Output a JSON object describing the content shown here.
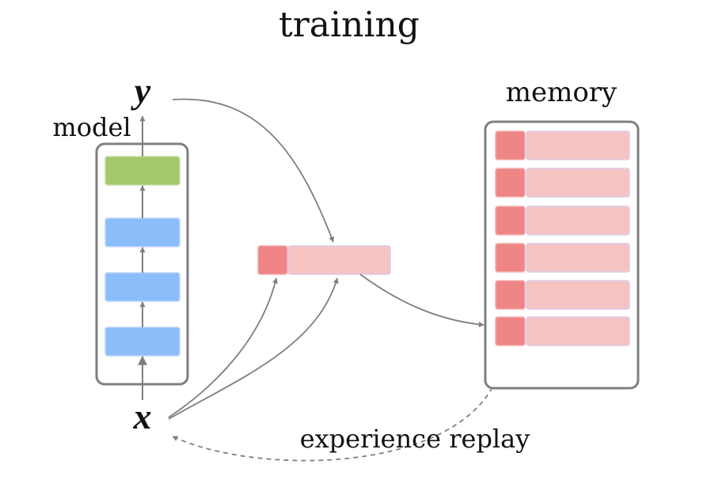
{
  "title": "training",
  "labels": {
    "model": "model",
    "memory": "memory",
    "output_var": "y",
    "input_var": "x",
    "replay": "experience replay"
  },
  "model": {
    "layers": [
      "input-layer",
      "hidden-layer",
      "hidden-layer",
      "output-layer"
    ],
    "layer_colors": {
      "hidden": "#8ABDFA",
      "output": "#A2C96A"
    }
  },
  "memory": {
    "slot_count": 6,
    "key_color": "#EF8585",
    "value_color": "#F6C3C3"
  },
  "colors": {
    "outline": "#7f7f7f",
    "arrow": "#7f7f7f",
    "block_border": "#c9d6f2"
  }
}
